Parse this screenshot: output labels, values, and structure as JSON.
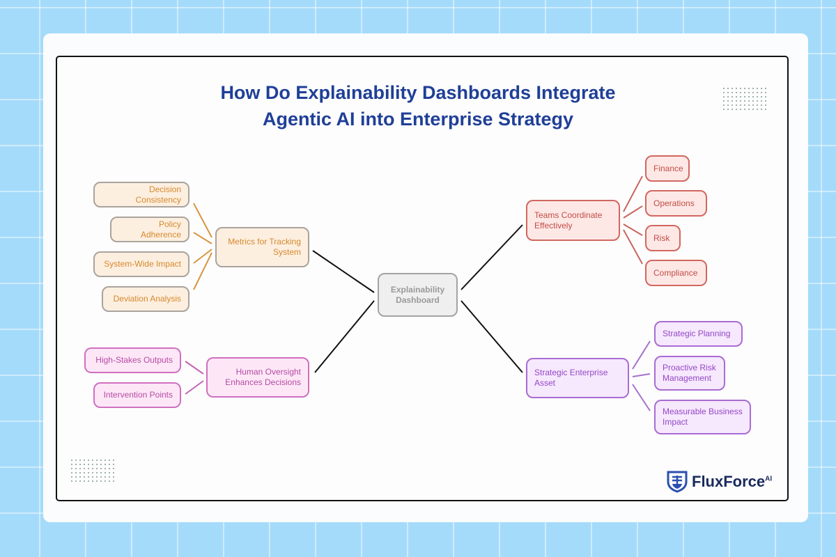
{
  "title": {
    "line1": "How Do Explainability Dashboards Integrate",
    "line2": "Agentic AI into Enterprise Strategy"
  },
  "center": "Explainability Dashboard",
  "metrics": {
    "label": "Metrics for Tracking System",
    "children": [
      "Decision Consistency",
      "Policy Adherence",
      "System-Wide Impact",
      "Deviation Analysis"
    ]
  },
  "oversight": {
    "label": "Human Oversight Enhances Decisions",
    "children": [
      "High-Stakes Outputs",
      "Intervention Points"
    ]
  },
  "teams": {
    "label": "Teams Coordinate Effectively",
    "children": [
      "Finance",
      "Operations",
      "Risk",
      "Compliance"
    ]
  },
  "asset": {
    "label": "Strategic Enterprise Asset",
    "children": [
      "Strategic Planning",
      "Proactive Risk Management",
      "Measurable Business Impact"
    ]
  },
  "logo": {
    "name": "FluxForce",
    "suffix": "AI"
  },
  "colors": {
    "title": "#1f3f97",
    "orange": "#d4882c",
    "pink": "#b54aa3",
    "red": "#c24c45",
    "purple": "#9447c6"
  }
}
